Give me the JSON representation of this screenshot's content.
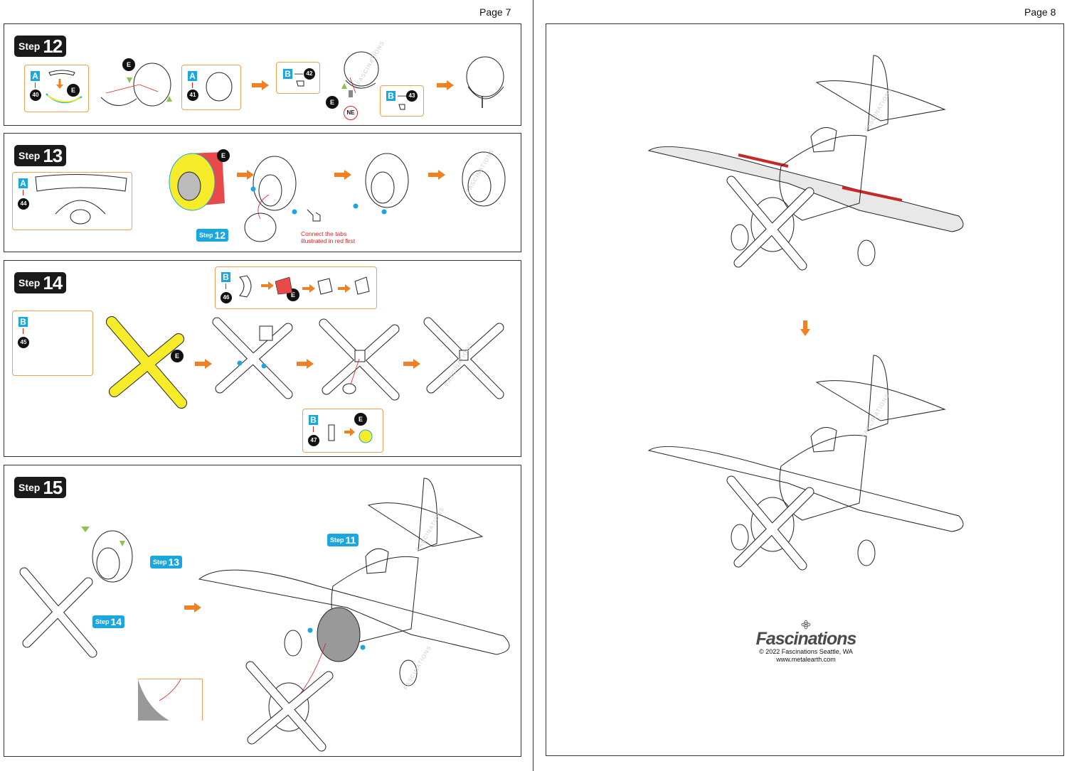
{
  "pages": [
    {
      "label": "Page 7"
    },
    {
      "label": "Page 8"
    }
  ],
  "steps": [
    {
      "word": "Step",
      "number": "12"
    },
    {
      "word": "Step",
      "number": "13"
    },
    {
      "word": "Step",
      "number": "14"
    },
    {
      "word": "Step",
      "number": "15"
    }
  ],
  "labels": {
    "sheet_a": "A",
    "sheet_b": "B",
    "e": "E",
    "ne": "NE",
    "dash": "—",
    "piece_40": "40",
    "piece_41": "41",
    "piece_42": "42",
    "piece_43": "43",
    "piece_44": "44",
    "piece_45": "45",
    "piece_46": "46",
    "piece_47": "47"
  },
  "step_refs": [
    {
      "word": "Step",
      "number": "12"
    },
    {
      "word": "Step",
      "number": "13"
    },
    {
      "word": "Step",
      "number": "14"
    },
    {
      "word": "Step",
      "number": "11"
    }
  ],
  "note": {
    "line1": "Connect the tabs",
    "line2": "illustrated in red first"
  },
  "watermark": "FASCINATIONS",
  "brand": {
    "name": "Fascinations",
    "copyright": "© 2022 Fascinations Seattle, WA",
    "website": "www.metalearth.com"
  },
  "colors": {
    "accent": "#f08020",
    "blue": "#1aa7e0",
    "red": "#d22",
    "yellow": "#f7ec2a"
  }
}
